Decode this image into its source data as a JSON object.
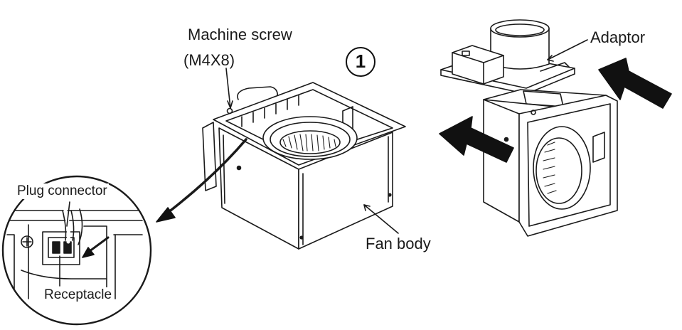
{
  "labels": {
    "machine_screw": "Machine screw",
    "machine_screw_size": "(M4X8)",
    "step_number": "1",
    "adaptor": "Adaptor",
    "fan_body": "Fan body",
    "plug_connector": "Plug connector",
    "receptacle": "Receptacle"
  },
  "colors": {
    "line": "#1a1a1a",
    "arrow_fill": "#111111",
    "background": "#ffffff"
  }
}
